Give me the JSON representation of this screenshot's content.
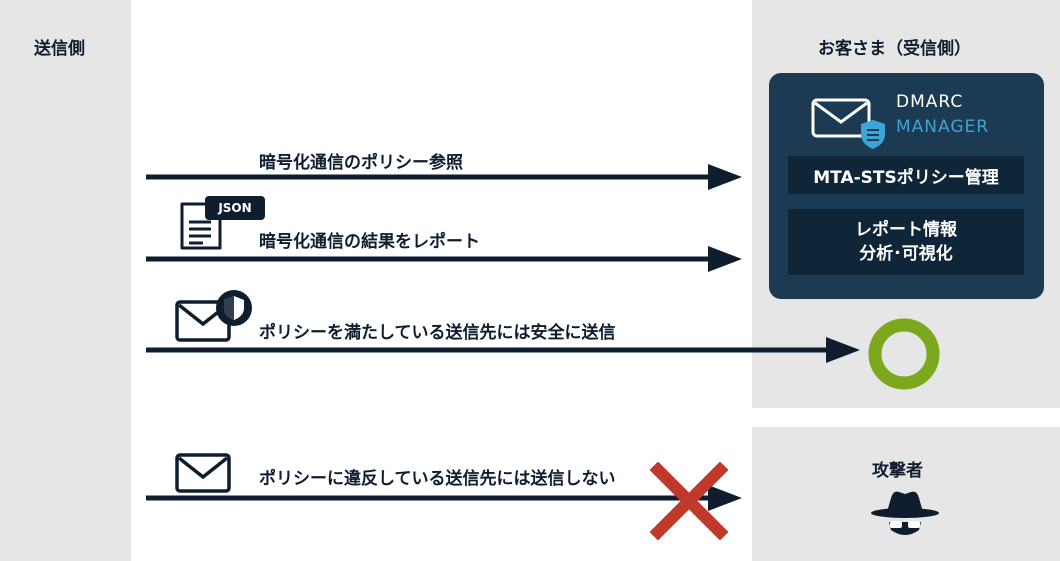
{
  "headings": {
    "sender": "送信側",
    "customer": "お客さま（受信側）",
    "attacker": "攻撃者"
  },
  "dmarc_manager": {
    "logo_line1": "DMARC",
    "logo_line2": "MANAGER",
    "panel_mta_sts": "MTA-STSポリシー管理",
    "panel_report_line1": "レポート情報",
    "panel_report_line2": "分析･可視化"
  },
  "flows": [
    {
      "label": "暗号化通信のポリシー参照"
    },
    {
      "label": "暗号化通信の結果をレポート",
      "badge": "JSON"
    },
    {
      "label": "ポリシーを満たしている送信先には安全に送信",
      "result": "allowed"
    },
    {
      "label": "ポリシーに違反している送信先には送信しない",
      "result": "blocked"
    }
  ],
  "colors": {
    "panel_bg": "#1d3a53",
    "accent_blue": "#3aa5d6",
    "ok_green": "#7ba81c",
    "ng_red": "#c1392b",
    "arrow": "#0e1e2f"
  },
  "icons": [
    "mail-icon",
    "document-icon",
    "shield-mail-icon",
    "check-circle-icon",
    "cross-icon",
    "spy-icon"
  ]
}
